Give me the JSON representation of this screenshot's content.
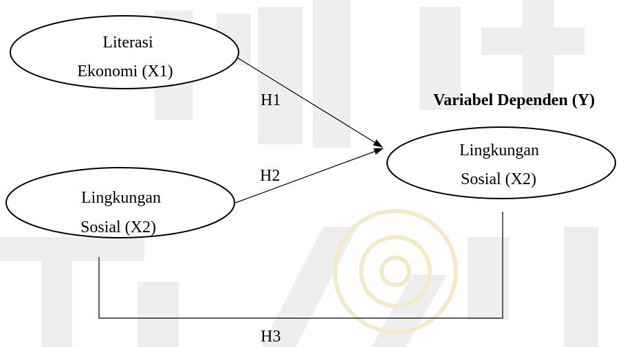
{
  "heading": "Variabel Dependen (Y)",
  "nodes": {
    "x1": {
      "line1": "Literasi",
      "line2": "Ekonomi (X1)"
    },
    "x2": {
      "line1": "Lingkungan",
      "line2": "Sosial (X2)"
    },
    "y": {
      "line1": "Lingkungan",
      "line2": "Sosial (X2)"
    }
  },
  "edges": {
    "h1": "H1",
    "h2": "H2",
    "h3": "H3"
  },
  "colors": {
    "line": "#000000",
    "watermark": "#eeeeee",
    "watermark_gold": "#f3ebc8"
  }
}
